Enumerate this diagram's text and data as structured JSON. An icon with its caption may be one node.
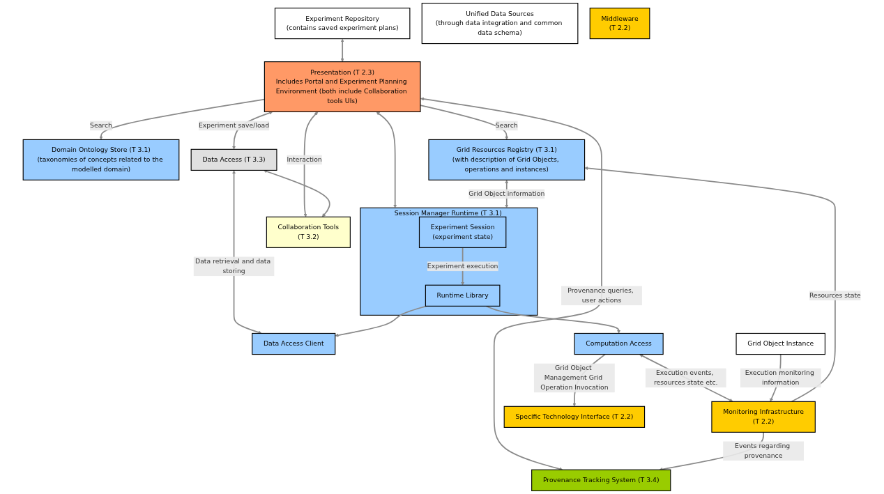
{
  "diagram": {
    "nodes": [
      {
        "text": [
          "Experiment Repository",
          "(contains saved experiment plans)"
        ]
      },
      {
        "text": [
          "Presentation (T 2.3)",
          "Includes Portal and Experiment Planning Environment (both include Collaboration tools UIs)"
        ]
      },
      {
        "text": [
          "Domain Ontology Store (T 3.1)",
          "(taxonomies of concepts related to the modelled domain)"
        ]
      },
      {
        "text": [
          "Data Access (T 3.3)"
        ]
      },
      {
        "text": [
          "Collaboration Tools",
          "(T 3.2)"
        ]
      },
      {
        "text": [
          "Grid Resources Registry (T 3.1)",
          "(with description of Grid Objects, operations and instances)"
        ]
      },
      {
        "text": [
          "Provenance Tracking System (T 3.4)"
        ]
      },
      {
        "text": [
          "Unified Data Sources",
          "(through data integration and common data schema)"
        ]
      },
      {
        "text": [
          "Monitoring Infrastructure",
          "(T 2.2)"
        ]
      },
      {
        "text": [
          "Session Manager Runtime (T 3.1)"
        ]
      },
      {
        "text": [
          "Data Access Client"
        ]
      },
      {
        "text": [
          "Experiment Session",
          "(experiment state)"
        ],
        "in": 9
      },
      {
        "text": [
          "Runtime Library"
        ],
        "in": 9
      },
      {
        "text": [
          "Computation Access"
        ]
      },
      {
        "text": [
          "Specific Technology Interface (T 2.2)"
        ]
      },
      {
        "text": [
          "Middleware",
          "(T 2.2)"
        ]
      },
      {
        "text": [
          "Grid Object Instance"
        ]
      }
    ],
    "edges": [
      {
        "from": 0,
        "to": 1,
        "arrow": "both"
      },
      {
        "from": 1,
        "to": 2,
        "arrow": "to",
        "label": "Search"
      },
      {
        "from": 1,
        "to": 3,
        "arrow": "both",
        "label": "Experiment save/load"
      },
      {
        "from": 1,
        "to": 4,
        "arrow": "both",
        "label": "Interaction"
      },
      {
        "from": 1,
        "to": 5,
        "arrow": "to",
        "label": "Search"
      },
      {
        "from": 1,
        "to": 6,
        "arrow": "both",
        "label": "Provenance queries, user actions"
      },
      {
        "from": 1,
        "to": 9,
        "arrow": "both"
      },
      {
        "from": 3,
        "to": 4,
        "arrow": "both"
      },
      {
        "from": 3,
        "to": 10,
        "arrow": "both",
        "label": "Data retrieval and data storing"
      },
      {
        "from": 8,
        "to": 5,
        "arrow": "to",
        "label": "Resources state"
      },
      {
        "from": 5,
        "to": 9,
        "arrow": "both",
        "label": "Grid Object information"
      },
      {
        "from": 8,
        "to": 6,
        "arrow": "to",
        "label": "Events regarding provenance"
      },
      {
        "from": 13,
        "to": 8,
        "arrow": "both",
        "label": "Execution events, resources state etc."
      },
      {
        "from": 11,
        "to": 12,
        "arrow": "to",
        "label": "Experiment execution"
      },
      {
        "from": 12,
        "to": 10,
        "arrow": "to"
      },
      {
        "from": 12,
        "to": 13,
        "arrow": "to"
      },
      {
        "from": 13,
        "to": 14,
        "arrow": "to",
        "label": "Grid Object Management Grid Operation Invocation"
      },
      {
        "from": 16,
        "to": 8,
        "arrow": "to",
        "label": "Execution monitoring information"
      }
    ]
  }
}
